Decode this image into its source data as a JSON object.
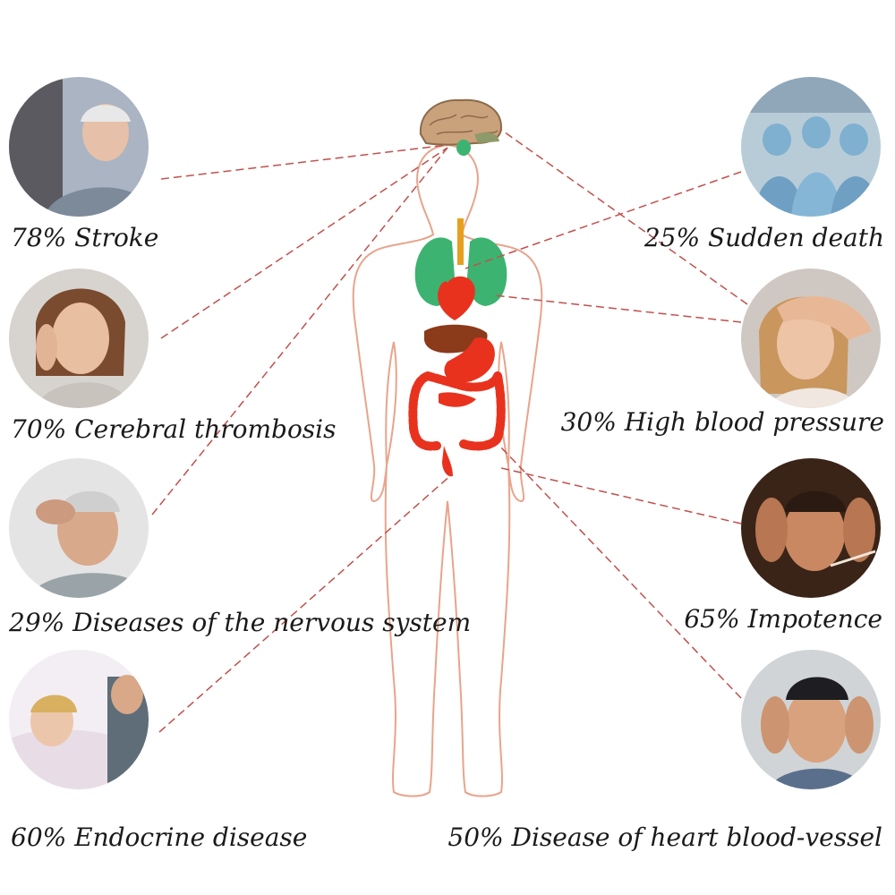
{
  "captions": {
    "stroke": "78% Stroke",
    "cerebral_thrombosis": "70% Cerebral thrombosis",
    "nervous_system": "29% Diseases of the nervous system",
    "endocrine": "60% Endocrine disease",
    "sudden_death": "25% Sudden death",
    "high_blood_pressure": "30% High blood pressure",
    "impotence": "65% Impotence",
    "heart_blood_vessel": "50% Disease of heart blood-vessel"
  },
  "colors": {
    "connector": "#c0504d",
    "body_outline": "#e8a48c",
    "lungs": "#3cb371",
    "heart": "#e8321e",
    "liver": "#8b3a1a",
    "brain": "#c9a27c"
  }
}
